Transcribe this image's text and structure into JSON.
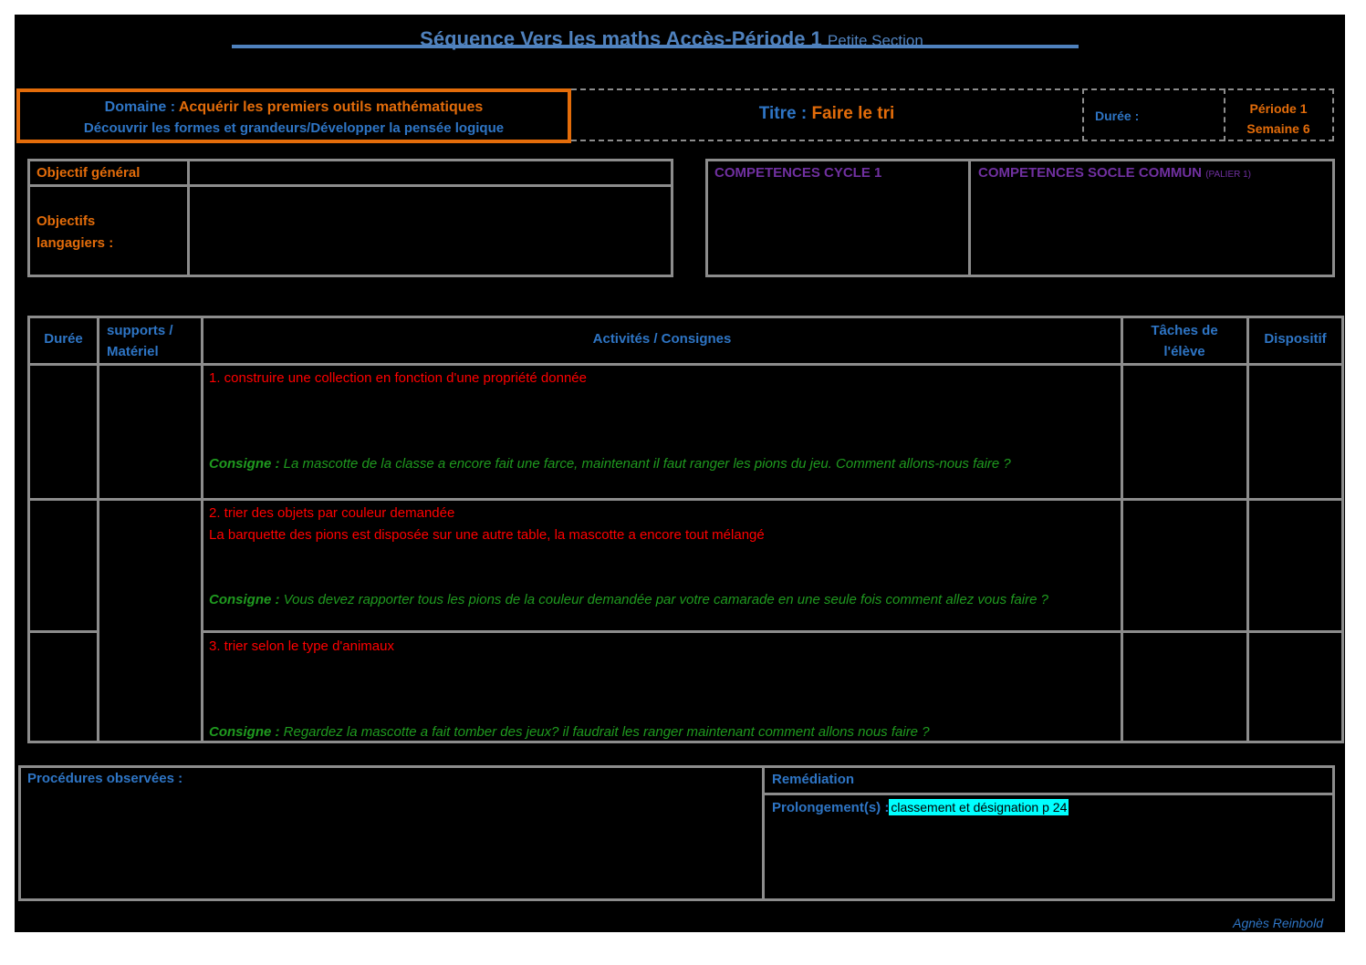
{
  "header": {
    "title": "Séquence  Vers les maths Accès-Période 1",
    "subtitle": "Petite Section"
  },
  "domain": {
    "label": "Domaine :",
    "value": "Acquérir les premiers outils mathématiques",
    "line2": "Découvrir les formes et grandeurs/Développer la pensée logique"
  },
  "titre": {
    "label": "Titre :",
    "value": "Faire le tri"
  },
  "duree_label": "Durée :",
  "periode": {
    "line1": "Période 1",
    "line2": "Semaine 6"
  },
  "objectives": {
    "general": "Objectif général",
    "langagiers": "Objectifs langagiers :"
  },
  "competences": {
    "cycle": "COMPETENCES CYCLE 1",
    "socle": "COMPETENCES SOCLE COMMUN",
    "palier": "(PALIER 1)"
  },
  "table": {
    "headers": [
      "Durée",
      "supports / Matériel",
      "Activités / Consignes",
      "Tâches de l'élève",
      "Dispositif"
    ],
    "rows": [
      {
        "title": "1. construire une collection en fonction d'une propriété donnée",
        "extra": "",
        "consigne_label": "Consigne :",
        "consigne": " La mascotte de la classe a encore fait une farce, maintenant il faut ranger les pions du jeu. Comment allons-nous faire ?"
      },
      {
        "title": "2. trier des objets par couleur demandée",
        "extra": "La barquette des pions est disposée sur une autre table, la mascotte a encore tout mélangé",
        "consigne_label": "Consigne :",
        "consigne": " Vous devez rapporter tous les pions de la couleur demandée par votre camarade en une seule fois comment allez vous faire ?"
      },
      {
        "title": "3. trier selon le type d'animaux",
        "extra": "",
        "consigne_label": "Consigne :",
        "consigne": " Regardez la mascotte a fait tomber des jeux? il faudrait les ranger maintenant comment allons nous faire ?"
      }
    ]
  },
  "footer": {
    "procedures": "Procédures observées :",
    "remediation": "Remédiation",
    "prolongement": "Prolongement(s) :",
    "prolongement_value": "classement et désignation  p 24",
    "author": "Agnès Reinbold"
  },
  "colors": {
    "highlight": "#00ffff",
    "orange_border": "#e36c0a"
  }
}
